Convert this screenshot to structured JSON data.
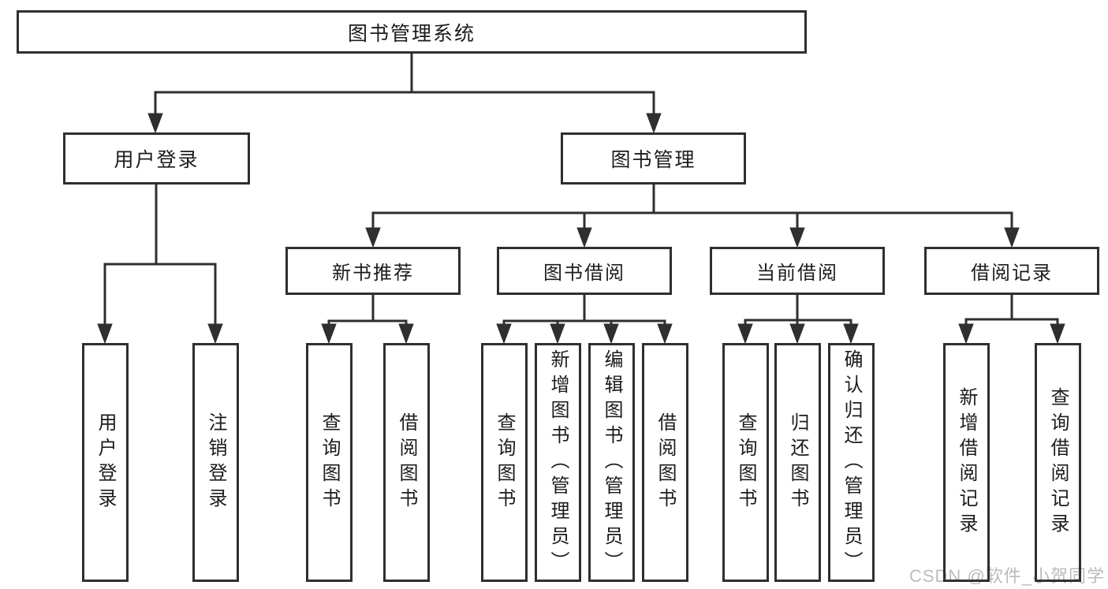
{
  "tree": {
    "label": "图书管理系统",
    "children": [
      {
        "label": "用户登录",
        "children": [
          {
            "label": "用户登录"
          },
          {
            "label": "注销登录"
          }
        ]
      },
      {
        "label": "图书管理",
        "children": [
          {
            "label": "新书推荐",
            "children": [
              {
                "label": "查询图书"
              },
              {
                "label": "借阅图书"
              }
            ]
          },
          {
            "label": "图书借阅",
            "children": [
              {
                "label": "查询图书"
              },
              {
                "label": "新增图书（管理员）"
              },
              {
                "label": "编辑图书（管理员）"
              },
              {
                "label": "借阅图书"
              }
            ]
          },
          {
            "label": "当前借阅",
            "children": [
              {
                "label": "查询图书"
              },
              {
                "label": "归还图书"
              },
              {
                "label": "确认归还（管理员）"
              }
            ]
          },
          {
            "label": "借阅记录",
            "children": [
              {
                "label": "新增借阅记录"
              },
              {
                "label": "查询借阅记录"
              }
            ]
          }
        ]
      }
    ]
  },
  "watermark": {
    "text": "CSDN @软件_小贺同学"
  },
  "colors": {
    "line": "#2f2f2f",
    "box_border": "#2f2f2f",
    "box_fill": "#ffffff",
    "text": "#1c1c1c",
    "background": "#ffffff",
    "watermark": "#c3c3c3"
  }
}
